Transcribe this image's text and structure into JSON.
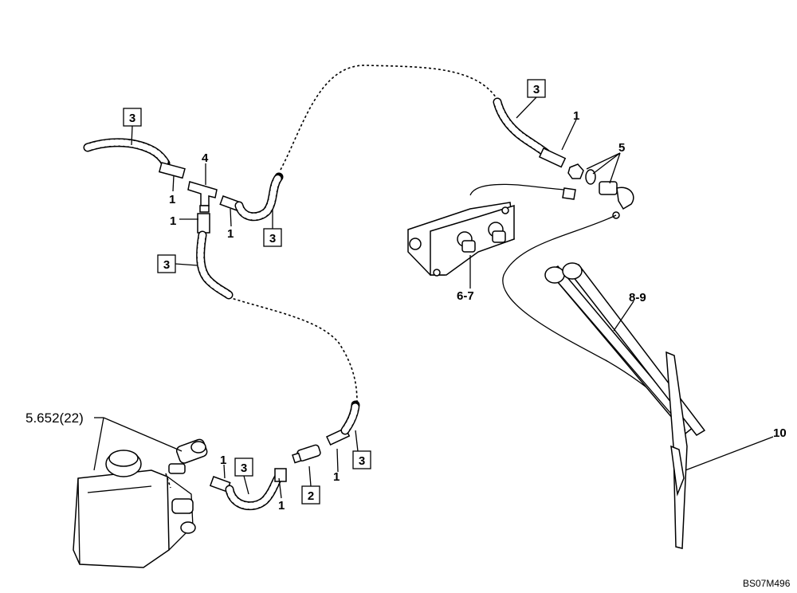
{
  "callouts": {
    "hose_tl": "3",
    "hose_mid": "3",
    "hose_left": "3",
    "hose_top": "3",
    "hose_bottom": "3",
    "hose_br": "3",
    "valve": "2"
  },
  "labels": {
    "tube_1a": "1",
    "tube_1b": "1",
    "tube_1c": "1",
    "tube_1d": "1",
    "tube_1e": "1",
    "tube_1f": "1",
    "tube_1g": "1",
    "tee": "4",
    "nozzle": "5",
    "motor": "6-7",
    "arm": "8-9",
    "blade": "10",
    "reservoir_ref": "5.652(22)"
  },
  "drawing_code": "BS07M496"
}
